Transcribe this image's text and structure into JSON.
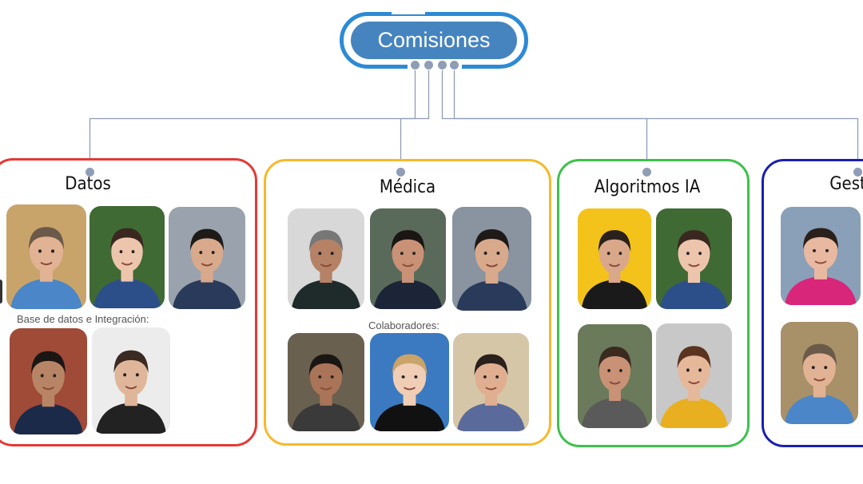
{
  "root": {
    "label": "Comisiones"
  },
  "colors": {
    "root_ring": "#2c8ad6",
    "root_fill": "#4584bf",
    "connector": "#8f9db7"
  },
  "committees": [
    {
      "title": "Datos",
      "border": "#e53935",
      "sublabel": "Base de datos e Integración:",
      "members": [
        {
          "bg": "#c9a46a",
          "skin": "#e2b294",
          "hair": "#6b5a4a",
          "shirt": "#4a86c8"
        },
        {
          "bg": "#3f6a34",
          "skin": "#edc5ad",
          "hair": "#3a2820",
          "shirt": "#2c4f8a"
        },
        {
          "bg": "#9aa3ad",
          "skin": "#d9a98c",
          "hair": "#1e1a18",
          "shirt": "#2a3a5a"
        },
        {
          "bg": "#a04a38",
          "skin": "#b88466",
          "hair": "#1a1614",
          "shirt": "#1c2a4a"
        },
        {
          "bg": "#ececec",
          "skin": "#e0b69a",
          "hair": "#3a2a22",
          "shirt": "#222"
        }
      ]
    },
    {
      "title": "Médica",
      "border": "#f6b92b",
      "sublabel": "Colaboradores:",
      "members": [
        {
          "bg": "#d8d8d8",
          "skin": "#b58266",
          "hair": "#777",
          "shirt": "#1f2a2a"
        },
        {
          "bg": "#5a6a5a",
          "skin": "#c99276",
          "hair": "#1a1614",
          "shirt": "#1c2438"
        },
        {
          "bg": "#8a93a0",
          "skin": "#d9a98c",
          "hair": "#1e1a18",
          "shirt": "#2a3a5a"
        },
        {
          "bg": "#6a6050",
          "skin": "#a97458",
          "hair": "#1a1614",
          "shirt": "#3a3a3a"
        },
        {
          "bg": "#3b7ac0",
          "skin": "#f0cdb5",
          "hair": "#c9a36a",
          "shirt": "#111"
        },
        {
          "bg": "#d6c6a8",
          "skin": "#e0ae90",
          "hair": "#2a201c",
          "shirt": "#5a6a9a"
        }
      ]
    },
    {
      "title": "Algoritmos IA",
      "border": "#3cc24a",
      "sublabel": "",
      "members": [
        {
          "bg": "#f3c31c",
          "skin": "#d9a88a",
          "hair": "#2a201c",
          "shirt": "#1a1a1a"
        },
        {
          "bg": "#3f6a34",
          "skin": "#edc5ad",
          "hair": "#3a2820",
          "shirt": "#2c4f8a"
        },
        {
          "bg": "#6a7a5a",
          "skin": "#c99276",
          "hair": "#3a2a20",
          "shirt": "#5a5a5a"
        },
        {
          "bg": "#c8c8c8",
          "skin": "#e6b89a",
          "hair": "#5a3420",
          "shirt": "#e8b020"
        }
      ]
    },
    {
      "title": "Gestión",
      "border": "#1a1fb0",
      "sublabel": "",
      "members": [
        {
          "bg": "#8aa0b8",
          "skin": "#e8b8a0",
          "hair": "#2a201c",
          "shirt": "#d8267a"
        },
        {
          "bg": "#a89068",
          "skin": "#e2b294",
          "hair": "#6b5a4a",
          "shirt": "#4a86c8"
        }
      ]
    }
  ]
}
